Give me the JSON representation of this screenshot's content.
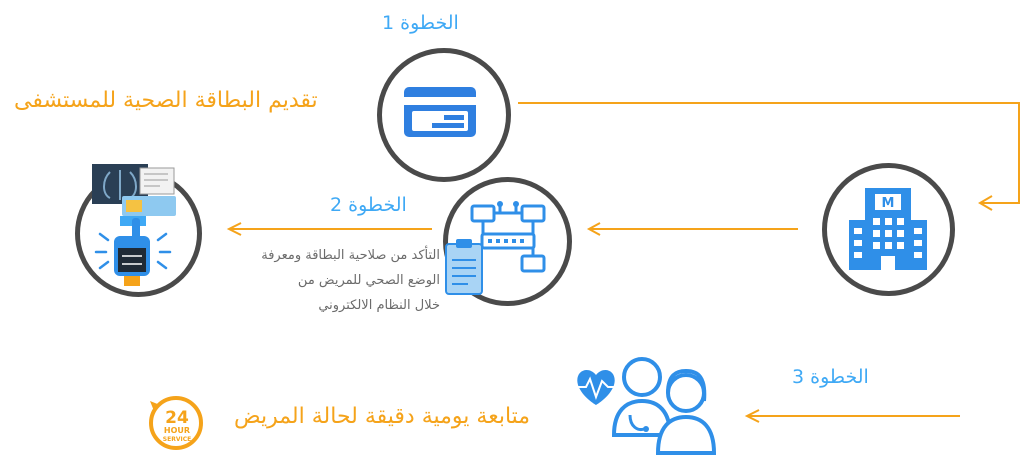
{
  "steps": {
    "step1": {
      "label": "الخطوة 1",
      "title": "تقديم البطاقة الصحية للمستشفى"
    },
    "step2": {
      "label": "الخطوة 2",
      "description": [
        "التأكد من صلاحية البطاقة ومعرفة",
        "الوضع الصحي للمريض من",
        "خلال النظام الالكتروني"
      ]
    },
    "step3": {
      "label": "الخطوة 3",
      "title": "متابعة يومية دقيقة لحالة المريض"
    }
  },
  "icons": {
    "card": "credit-card-icon",
    "hospital": "hospital-building-icon",
    "network": "network-computers-icon",
    "clipboard": "clipboard-icon",
    "patient_check": "xray-hand-card-icon",
    "doctors": "doctors-heartbeat-icon",
    "service": "24-hour-service-icon"
  },
  "badge": {
    "big": "24",
    "line1": "HOUR",
    "line2": "SERVICE"
  },
  "hospital_letter": "M",
  "colors": {
    "orange": "#f5a31a",
    "blue": "#3fa9f5",
    "circle_border": "#4a4a4a",
    "icon_blue": "#2f8fe8"
  }
}
